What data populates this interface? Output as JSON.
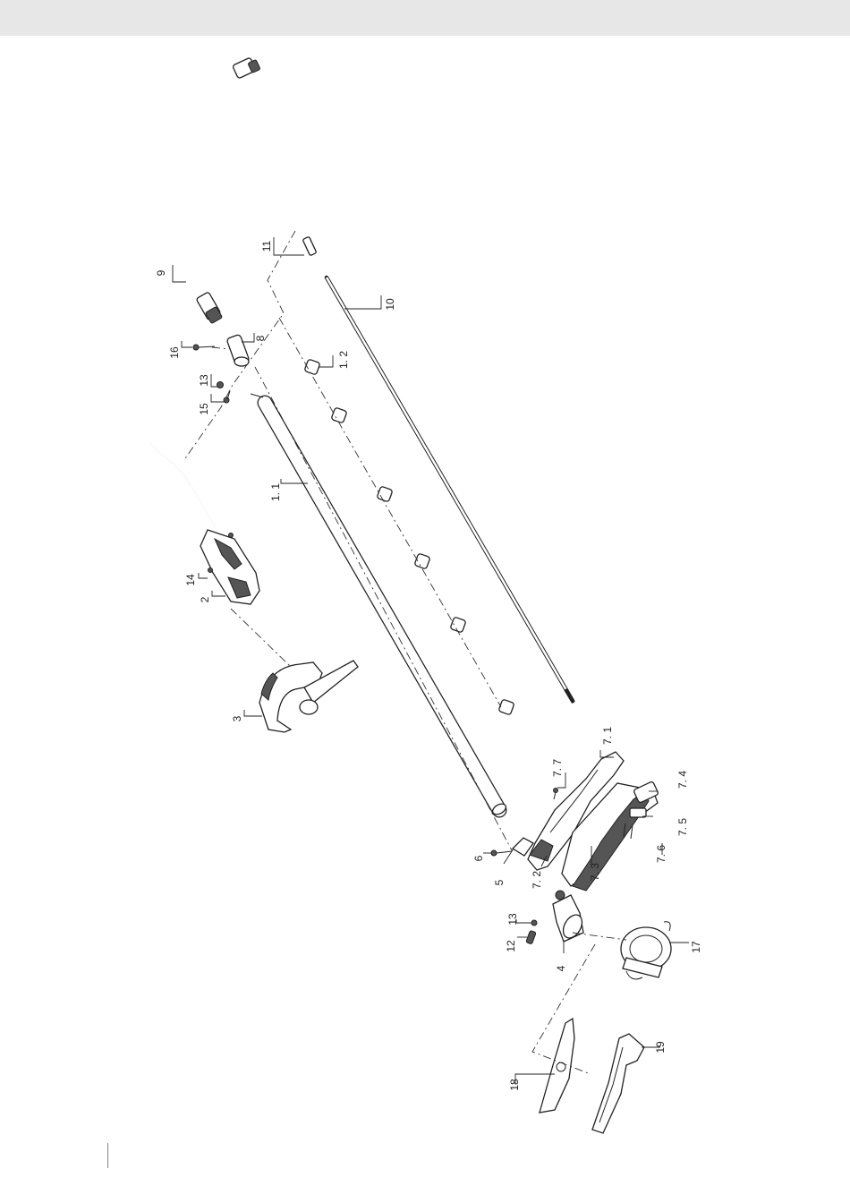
{
  "colors": {
    "topbar": "#e7e7e7",
    "ink": "#222222",
    "background": "#ffffff"
  },
  "callouts": {
    "c_9": "9",
    "c_11": "11",
    "c_10": "10",
    "c_8": "8",
    "c_16": "16",
    "c_1_2": "1. 2",
    "c_13a": "13",
    "c_15": "15",
    "c_1_1": "1. 1",
    "c_14": "14",
    "c_2": "2",
    "c_3": "3",
    "c_7_1": "7. 1",
    "c_7_7": "7. 7",
    "c_7_4": "7. 4",
    "c_7_5": "7. 5",
    "c_7_6": "7. 6",
    "c_7_3": "7. 3",
    "c_7_2": "7. 2",
    "c_6": "6",
    "c_5": "5",
    "c_13b": "13",
    "c_12": "12",
    "c_4": "4",
    "c_17": "17",
    "c_18": "18",
    "c_19": "19"
  }
}
